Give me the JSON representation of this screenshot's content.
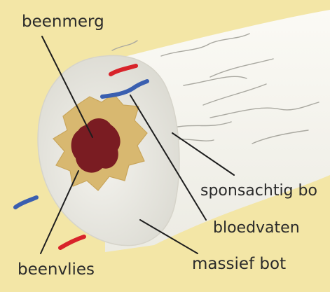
{
  "labels": {
    "beenmerg": "beenmerg",
    "sponsachtig": "sponsachtig bo",
    "bloedvaten": "bloedvaten",
    "massief": "massief bot",
    "beenvlies": "beenvlies"
  },
  "colors": {
    "background": "#f3e6a6",
    "bone_shaft": "#f7f5ee",
    "bone_cap": "#ecebe4",
    "spongy_bone": "#d8b870",
    "marrow": "#7a1c22",
    "vessel_red": "#d8232a",
    "vessel_blue": "#3a5fb0",
    "leader_line": "#1e1e1e"
  }
}
